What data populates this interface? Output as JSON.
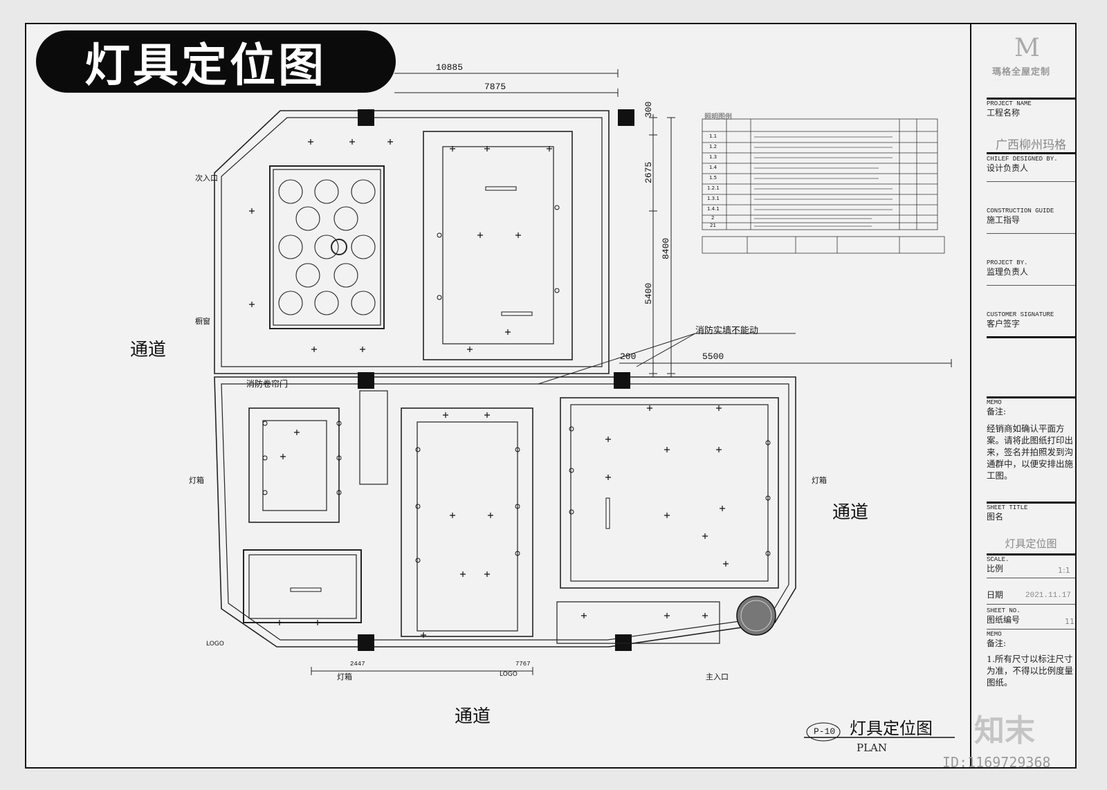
{
  "title": "灯具定位图",
  "dimensions": {
    "top_total": "10885",
    "top_sub": "7875",
    "right_300": "300",
    "right_2675": "2675",
    "right_8400": "8400",
    "right_5400": "5400",
    "mid_200": "200",
    "mid_5500": "5500",
    "bottom_2447": "2447",
    "bottom_7767": "7767"
  },
  "labels": {
    "corridor_left": "通道",
    "corridor_right": "通道",
    "corridor_bottom": "通道",
    "secondary_entrance": "次入口",
    "display_window": "橱窗",
    "lightbox_left": "灯箱",
    "lightbox_right": "灯箱",
    "lightbox_bottom": "灯箱",
    "logo_left": "LOGO",
    "logo_bottom": "LOGO",
    "main_entrance": "主入口",
    "fire_door": "消防卷帘门",
    "fire_wall": "消防实墙不能动"
  },
  "legend": {
    "title": "照明图例",
    "rows": [
      "1.1",
      "1.2",
      "1.3",
      "1.4",
      "1.5",
      "1.2.1",
      "1.3.1",
      "1.4.1",
      "2",
      "21"
    ]
  },
  "title_block": {
    "logo_title": "瑪格全屋定制",
    "project_name_en": "PROJECT NAME",
    "project_name_cn": "工程名称",
    "project_value": "广西柳州玛格",
    "chief_en": "CHILEF DESIGNED BY.",
    "chief_cn": "设计负责人",
    "guide_en": "CONSTRUCTION GUIDE",
    "guide_cn": "施工指导",
    "project_by_en": "PROJECT BY.",
    "project_by_cn": "监理负责人",
    "customer_en": "CUSTOMER SIGNATURE",
    "customer_cn": "客户签字",
    "memo_en": "MEMO",
    "memo_cn": "备注:",
    "memo_text": "经销商如确认平面方案。请将此图纸打印出来，签名并拍照发到沟通群中，以便安排出施工图。",
    "sheet_title_en": "SHEET TITLE",
    "sheet_title_cn": "图名",
    "sheet_title_value": "灯具定位图",
    "scale_en": "SCALE.",
    "scale_cn": "比例",
    "scale_value": "1:1",
    "date_cn": "日期",
    "date_value": "2021.11.17",
    "sheet_no_en": "SHEET NO.",
    "sheet_no_cn": "图纸编号",
    "sheet_no_value": "11",
    "memo2_en": "MEMO",
    "memo2_cn": "备注:",
    "memo2_text": "1.所有尺寸以标注尺寸为准，不得以比例度量图纸。"
  },
  "footer": {
    "number": "P-10",
    "title": "灯具定位图",
    "plan": "PLAN"
  },
  "watermark": {
    "brand": "知末",
    "id": "ID:1169729368"
  }
}
